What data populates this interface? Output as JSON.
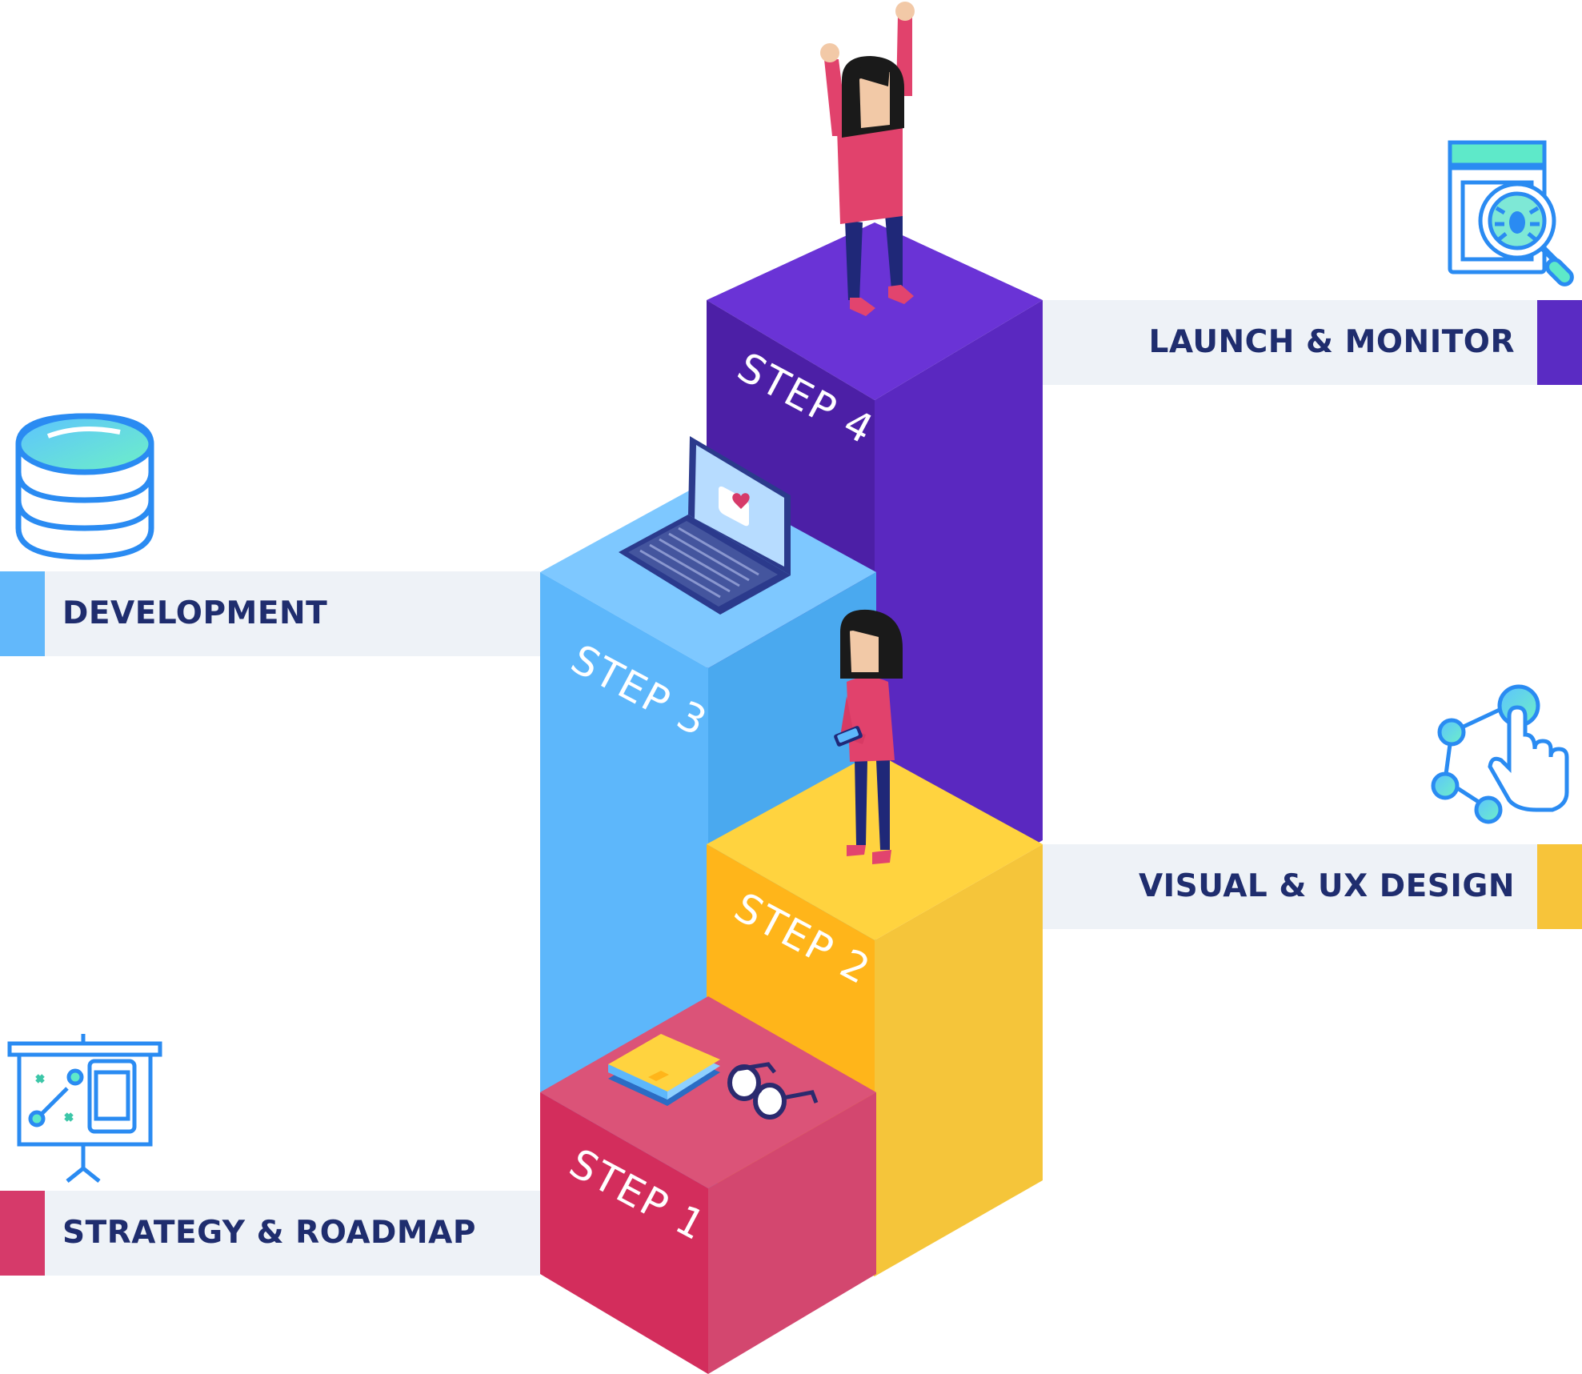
{
  "steps": [
    {
      "label": "STEP 1",
      "title": "STRATEGY & ROADMAP",
      "color": "#d63a6a",
      "icon": "presentation-board-icon"
    },
    {
      "label": "STEP 2",
      "title": "VISUAL & UX DESIGN",
      "color": "#f7c43a",
      "icon": "touch-network-icon"
    },
    {
      "label": "STEP 3",
      "title": "DEVELOPMENT",
      "color": "#62b8fb",
      "icon": "database-icon"
    },
    {
      "label": "STEP 4",
      "title": "LAUNCH & MONITOR",
      "color": "#5a2bc3",
      "icon": "bug-search-icon"
    }
  ],
  "colors": {
    "banner_bg": "#eef2f7",
    "title_text": "#1f2d6e",
    "icon_stroke": "#2a8bf2",
    "icon_fill": "#5ee9c9"
  }
}
